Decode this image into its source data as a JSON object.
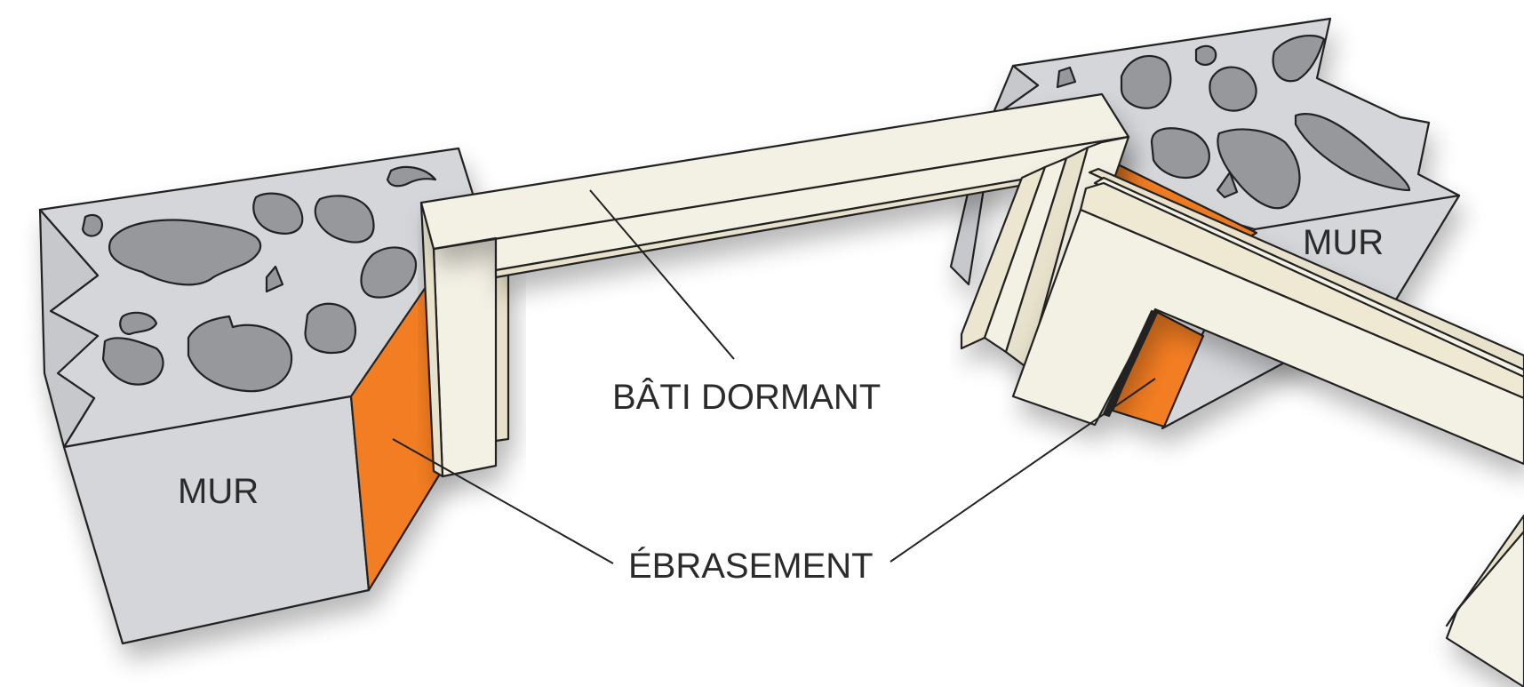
{
  "labels": {
    "wall_left": "MUR",
    "wall_right": "MUR",
    "frame": "BÂTI DORMANT",
    "reveal": "ÉBRASEMENT"
  },
  "colors": {
    "wall_face": "#d4d6d9",
    "stone": "#96989c",
    "reveal": "#f37d24",
    "frame_light": "#f3f0e4",
    "frame_mid": "#e8e2cc",
    "outline": "#222222"
  }
}
